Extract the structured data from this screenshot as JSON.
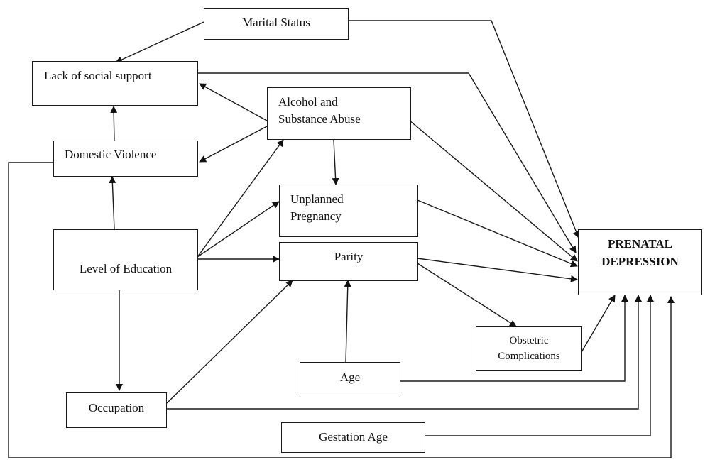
{
  "title": "Conceptual framework of factors associated with prenatal depression",
  "nodes": {
    "marital_status": {
      "label": "Marital Status"
    },
    "lack_social_support": {
      "label": "Lack of social support"
    },
    "alcohol_substance": {
      "line1": "Alcohol and",
      "line2": "Substance Abuse"
    },
    "domestic_violence": {
      "label": "Domestic Violence"
    },
    "unplanned_pregnancy": {
      "line1": "Unplanned",
      "line2": "Pregnancy"
    },
    "level_education": {
      "label": "Level of Education"
    },
    "parity": {
      "label": "Parity"
    },
    "prenatal_depression": {
      "line1": "PRENATAL",
      "line2": "DEPRESSION"
    },
    "obstetric_complications": {
      "line1": "Obstetric",
      "line2": "Complications"
    },
    "age": {
      "label": "Age"
    },
    "occupation": {
      "label": "Occupation"
    },
    "gestation_age": {
      "label": "Gestation Age"
    }
  },
  "edges": [
    {
      "from": "Marital Status",
      "to": "Lack of social support"
    },
    {
      "from": "Marital Status",
      "to": "PRENATAL DEPRESSION"
    },
    {
      "from": "Lack of social support",
      "to": "PRENATAL DEPRESSION"
    },
    {
      "from": "Alcohol and Substance Abuse",
      "to": "Lack of social support"
    },
    {
      "from": "Alcohol and Substance Abuse",
      "to": "Domestic Violence"
    },
    {
      "from": "Alcohol and Substance Abuse",
      "to": "Unplanned Pregnancy"
    },
    {
      "from": "Alcohol and Substance Abuse",
      "to": "PRENATAL DEPRESSION"
    },
    {
      "from": "Domestic Violence",
      "to": "Lack of social support"
    },
    {
      "from": "Domestic Violence",
      "to": "PRENATAL DEPRESSION"
    },
    {
      "from": "Level of Education",
      "to": "Domestic Violence"
    },
    {
      "from": "Level of Education",
      "to": "Alcohol and Substance Abuse"
    },
    {
      "from": "Level of Education",
      "to": "Unplanned Pregnancy"
    },
    {
      "from": "Level of Education",
      "to": "Parity"
    },
    {
      "from": "Level of Education",
      "to": "Occupation"
    },
    {
      "from": "Unplanned Pregnancy",
      "to": "PRENATAL DEPRESSION"
    },
    {
      "from": "Parity",
      "to": "PRENATAL DEPRESSION"
    },
    {
      "from": "Parity",
      "to": "Obstetric Complications"
    },
    {
      "from": "Obstetric Complications",
      "to": "PRENATAL DEPRESSION"
    },
    {
      "from": "Age",
      "to": "Parity"
    },
    {
      "from": "Age",
      "to": "PRENATAL DEPRESSION"
    },
    {
      "from": "Occupation",
      "to": "Parity"
    },
    {
      "from": "Occupation",
      "to": "PRENATAL DEPRESSION"
    },
    {
      "from": "Gestation Age",
      "to": "PRENATAL DEPRESSION"
    }
  ]
}
